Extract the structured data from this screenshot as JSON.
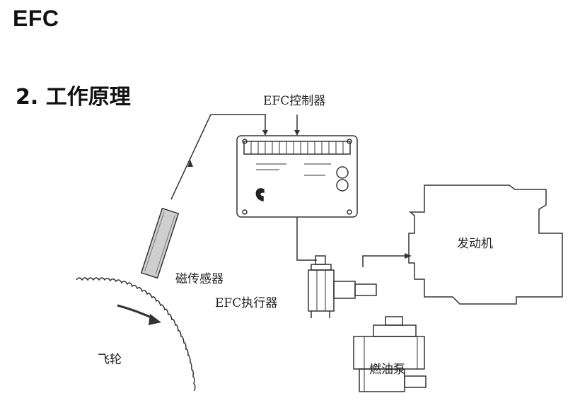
{
  "page": {
    "title": "EFC",
    "subtitle": "2. 工作原理"
  },
  "labels": {
    "controller": "EFC控制器",
    "engine": "发动机",
    "magnetic_sensor": "磁传感器",
    "actuator": "EFC执行器",
    "flywheel": "飞轮",
    "fuel_pump": "燃油泵"
  }
}
